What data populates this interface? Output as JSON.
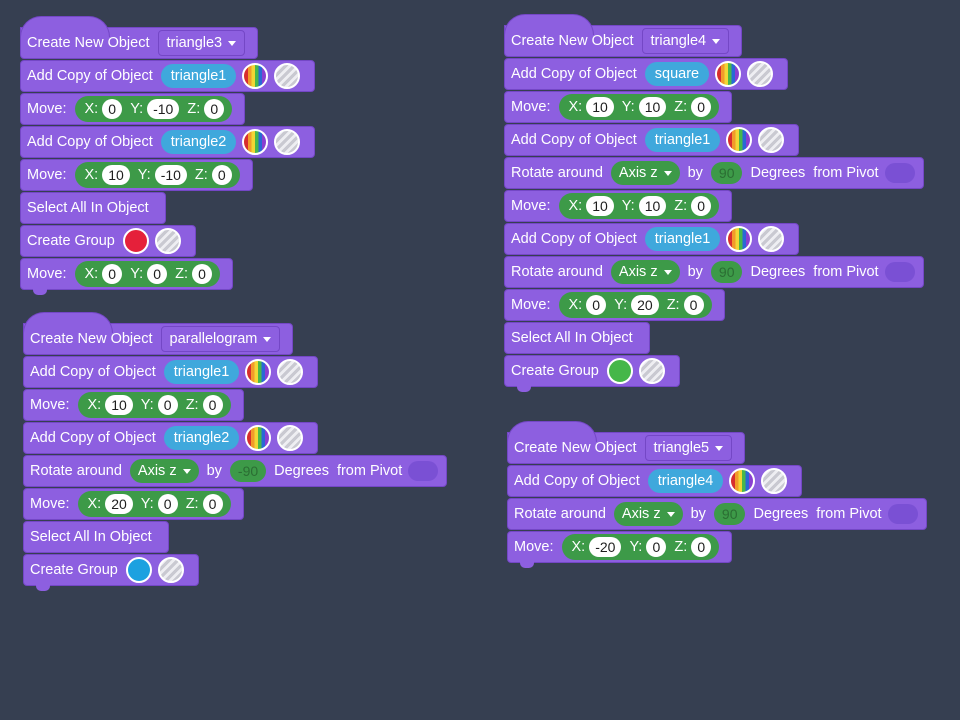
{
  "labels": {
    "create_new_object": "Create New Object",
    "add_copy_of_object": "Add Copy of Object",
    "move": "Move:",
    "select_all": "Select All In Object",
    "create_group": "Create Group",
    "rotate_around": "Rotate around",
    "by": "by",
    "degrees": "Degrees",
    "from_pivot": "from Pivot",
    "x": "X:",
    "y": "Y:",
    "z": "Z:"
  },
  "colors": {
    "block": "#8d5fe0",
    "object_pill": "#3fa8dc",
    "vector_pill": "#3d9a48",
    "group_red": "#e5203a",
    "group_blue": "#1ca1e0",
    "group_green": "#45b749"
  },
  "stack1": {
    "object_name": "triangle3",
    "copy1": "triangle1",
    "move1": {
      "x": "0",
      "y": "-10",
      "z": "0"
    },
    "copy2": "triangle2",
    "move2": {
      "x": "10",
      "y": "-10",
      "z": "0"
    },
    "move3": {
      "x": "0",
      "y": "0",
      "z": "0"
    }
  },
  "stack2": {
    "object_name": "parallelogram",
    "copy1": "triangle1",
    "move1": {
      "x": "10",
      "y": "0",
      "z": "0"
    },
    "copy2": "triangle2",
    "rotate_axis": "Axis z",
    "rotate_degrees": "-90",
    "move2": {
      "x": "20",
      "y": "0",
      "z": "0"
    }
  },
  "stack3": {
    "object_name": "triangle4",
    "copy1": "square",
    "move1": {
      "x": "10",
      "y": "10",
      "z": "0"
    },
    "copy2": "triangle1",
    "rotate1_axis": "Axis z",
    "rotate1_degrees": "90",
    "move2": {
      "x": "10",
      "y": "10",
      "z": "0"
    },
    "copy3": "triangle1",
    "rotate2_axis": "Axis z",
    "rotate2_degrees": "90",
    "move3": {
      "x": "0",
      "y": "20",
      "z": "0"
    }
  },
  "stack4": {
    "object_name": "triangle5",
    "copy1": "triangle4",
    "rotate_axis": "Axis z",
    "rotate_degrees": "90",
    "move1": {
      "x": "-20",
      "y": "0",
      "z": "0"
    }
  }
}
